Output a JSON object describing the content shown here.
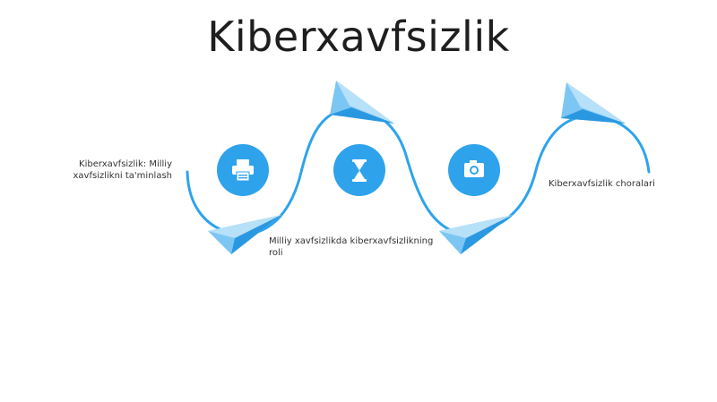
{
  "title": "Kiberxavfsizlik",
  "colors": {
    "accent": "#2ea3ec",
    "plane_light": "#8ecff5",
    "plane_dark": "#1c8fd9"
  },
  "steps": [
    {
      "label": "Kiberxavfsizlik: Milliy xavfsizlikni ta'minlash",
      "icon": "printer-icon"
    },
    {
      "label": "Milliy xavfsizlikda kiberxavfsizlikning roli",
      "icon": "hourglass-icon"
    },
    {
      "label": "Kiberxavfsizlik choralari",
      "icon": "camera-icon"
    }
  ]
}
